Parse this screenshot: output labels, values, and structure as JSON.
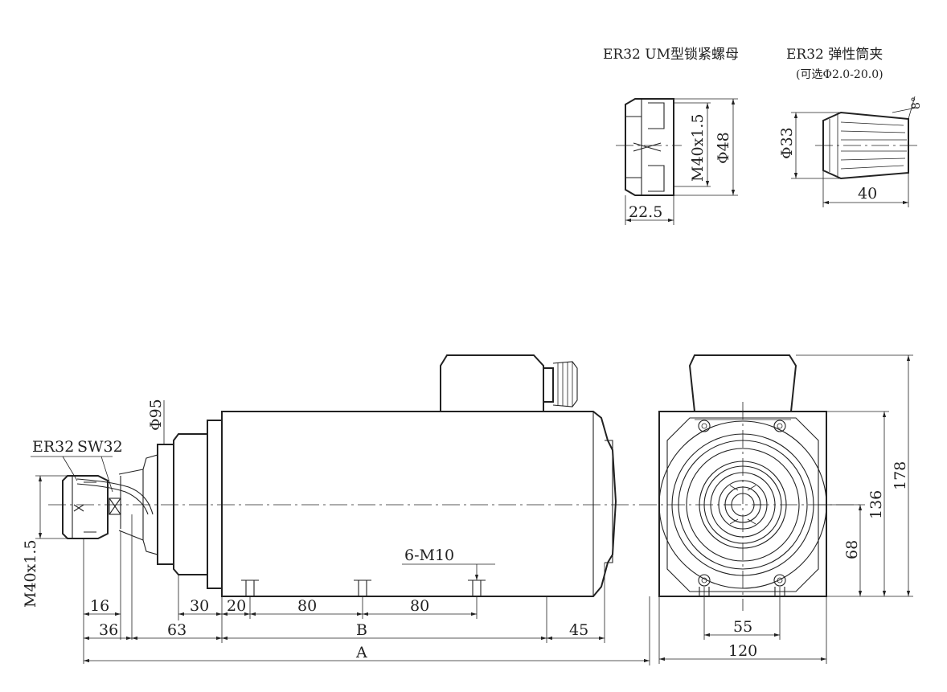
{
  "nut": {
    "title": "ER32 UM型锁紧螺母",
    "dim_width": "22.5",
    "dim_thread": "M40x1.5",
    "dim_diameter": "Φ48"
  },
  "collet": {
    "title": "ER32  弹性筒夹",
    "subtitle": "(可选Φ2.0-20.0)",
    "dim_diameter": "Φ33",
    "dim_length": "40",
    "dim_angle": "8°"
  },
  "spindle": {
    "label_er": "ER32",
    "label_sw": "SW32",
    "dim_flange_dia": "Φ95",
    "dim_thread": "M40x1.5",
    "dim_16": "16",
    "dim_30": "30",
    "dim_20": "20",
    "dim_80a": "80",
    "dim_80b": "80",
    "dim_36": "36",
    "dim_63": "63",
    "dim_B": "B",
    "dim_45": "45",
    "dim_A": "A",
    "holes": "6-M10"
  },
  "end_view": {
    "dim_178": "178",
    "dim_136": "136",
    "dim_68": "68",
    "dim_55": "55",
    "dim_120": "120"
  }
}
